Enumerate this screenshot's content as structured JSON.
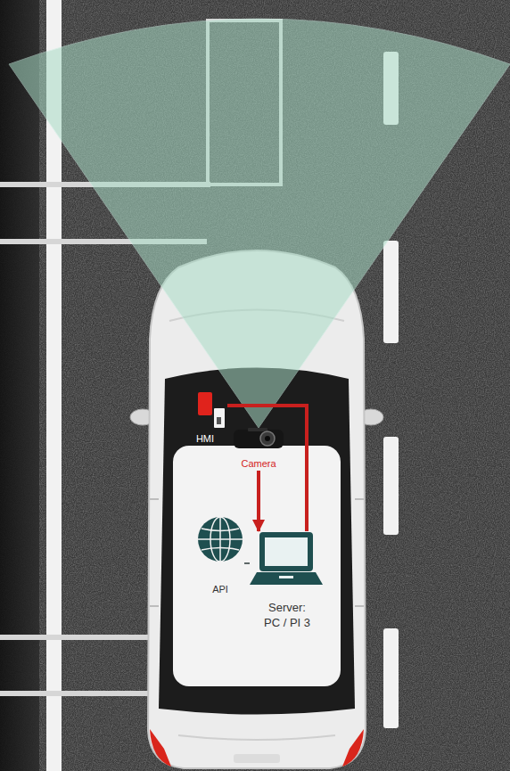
{
  "diagram": {
    "nodes": [
      {
        "text": [
          "HMI"
        ]
      },
      {
        "text": [
          "Camera"
        ]
      },
      {
        "text": [
          "API"
        ]
      },
      {
        "text": [
          "Server: PC / PI 3"
        ]
      }
    ],
    "edges": [
      {
        "from": 1,
        "to": 3,
        "arrow": "to"
      },
      {
        "from": 3,
        "to": 0,
        "arrow": "none"
      },
      {
        "from": 2,
        "to": 3,
        "arrow": "none"
      }
    ]
  }
}
